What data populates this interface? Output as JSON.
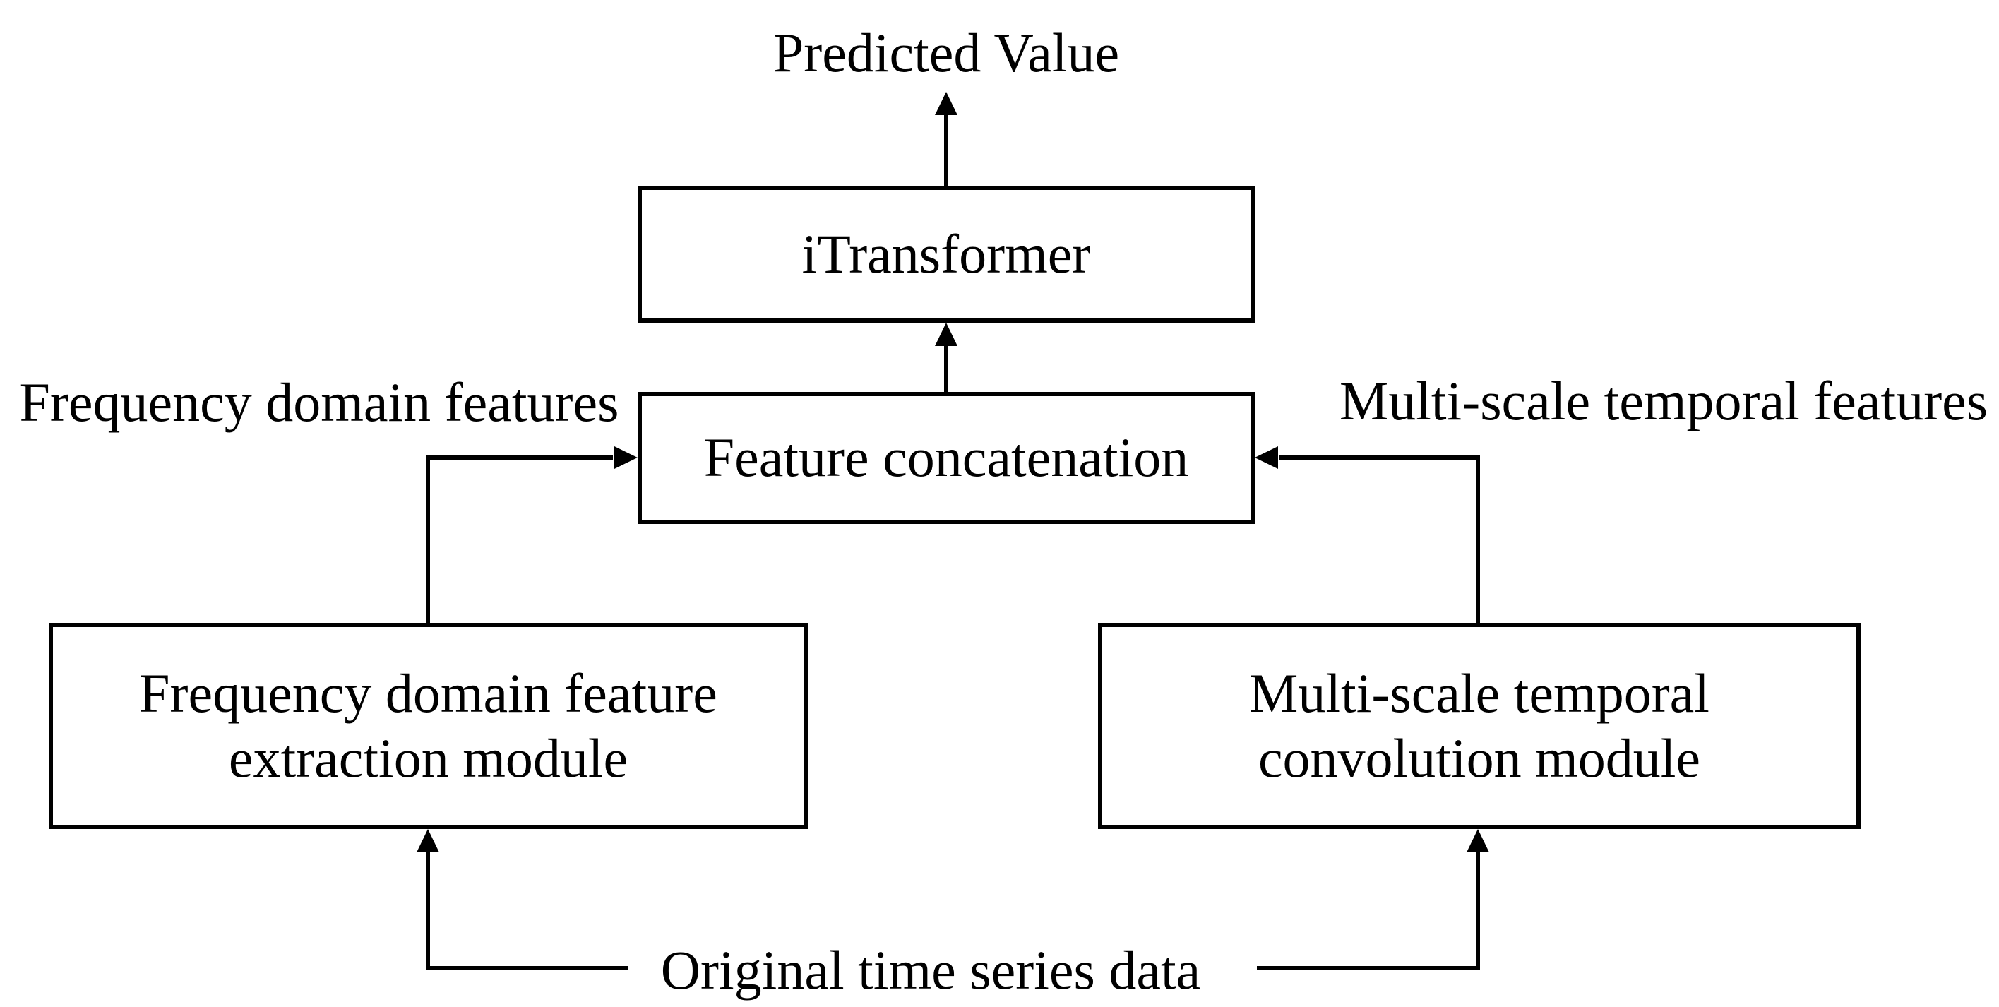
{
  "colors": {
    "ink": "#000000",
    "background": "#ffffff"
  },
  "diagram": {
    "output_label": "Predicted Value",
    "boxes": {
      "itransformer": {
        "label": "iTransformer"
      },
      "feature_concatenation": {
        "label": "Feature concatenation"
      },
      "frequency_module": {
        "line1": "Frequency domain feature",
        "line2": "extraction module"
      },
      "temporal_module": {
        "line1": "Multi-scale temporal",
        "line2": "convolution module"
      }
    },
    "edge_labels": {
      "left": "Frequency domain features",
      "right": "Multi-scale temporal features"
    },
    "input_label": "Original time series data"
  }
}
